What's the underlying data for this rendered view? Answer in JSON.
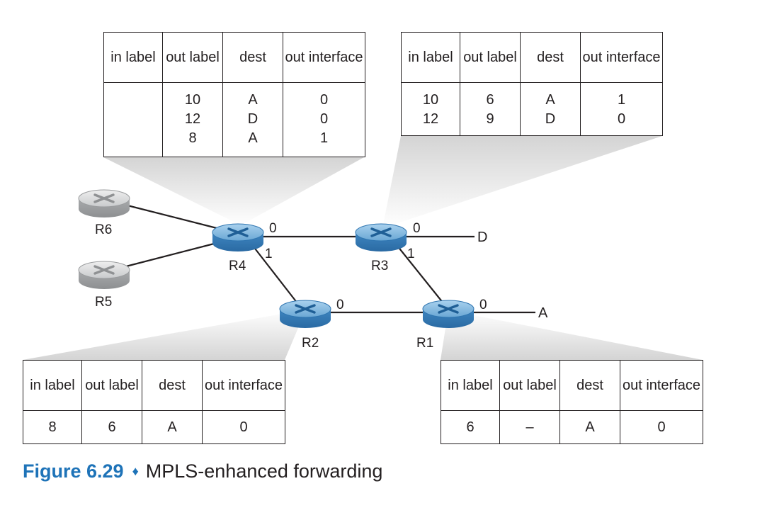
{
  "tables": {
    "r4": {
      "headers": [
        "in\nlabel",
        "out\nlabel",
        "dest",
        "out\ninterface"
      ],
      "columns": [
        "",
        "10\n12\n8",
        "A\nD\nA",
        "0\n0\n1"
      ]
    },
    "r3": {
      "headers": [
        "in\nlabel",
        "out\nlabel",
        "dest",
        "out\ninterface"
      ],
      "columns": [
        "10\n12",
        "6\n9",
        "A\nD",
        "1\n0"
      ]
    },
    "r2": {
      "headers": [
        "in\nlabel",
        "out\nlabel",
        "dest",
        "out\ninterface"
      ],
      "columns": [
        "8",
        "6",
        "A",
        "0"
      ]
    },
    "r1": {
      "headers": [
        "in\nlabel",
        "out\nlabel",
        "dest",
        "out\ninterface"
      ],
      "columns": [
        "6",
        "–",
        "A",
        "0"
      ]
    }
  },
  "routers": {
    "r6": "R6",
    "r5": "R5",
    "r4": "R4",
    "r3": "R3",
    "r2": "R2",
    "r1": "R1"
  },
  "ports": {
    "r4_0": "0",
    "r4_1": "1",
    "r3_0": "0",
    "r3_1": "1",
    "r2_0": "0",
    "r1_0": "0"
  },
  "destinations": {
    "d": "D",
    "a": "A"
  },
  "caption": {
    "number": "Figure 6.29",
    "separator": "♦",
    "title": "MPLS-enhanced forwarding"
  },
  "colors": {
    "router_mpls": "#7fb6dc",
    "router_plain": "#d6d8da",
    "beam": "#d9d9d9",
    "caption_accent": "#1e73b8"
  }
}
